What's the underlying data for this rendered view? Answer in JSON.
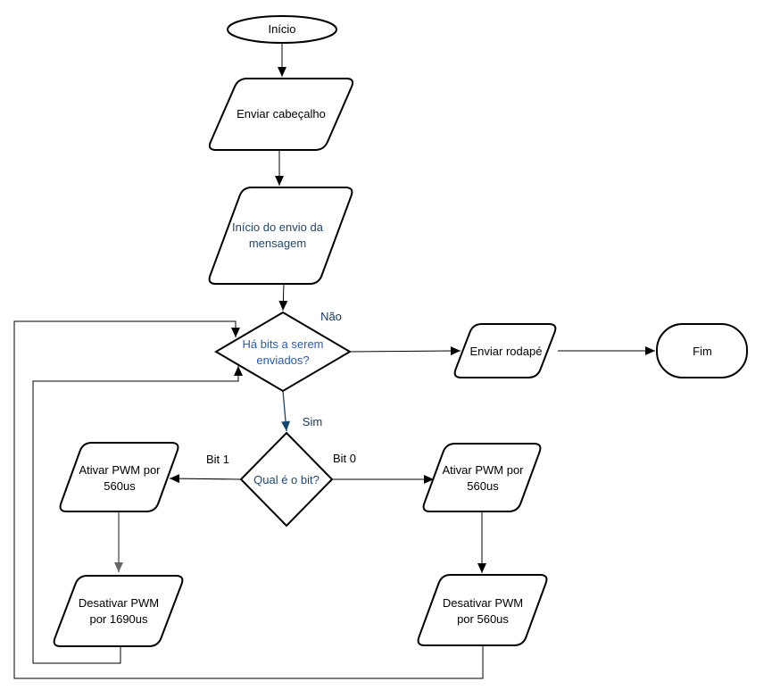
{
  "diagram": {
    "type": "flowchart",
    "language": "pt-BR",
    "background": "#ffffff",
    "colors": {
      "shape_stroke": "#000000",
      "shape_fill": "#ffffff",
      "edge_black": "#000000",
      "edge_blue": "#15466b",
      "edge_gray": "#666666",
      "label_blue": "#17365d"
    },
    "nodes": {
      "start": {
        "shape": "terminator-ellipse",
        "label": "Início",
        "text_color": "#000000"
      },
      "send_header": {
        "shape": "data-parallelogram",
        "label": "Enviar cabeçalho",
        "text_color": "#000000"
      },
      "start_message": {
        "shape": "data-parallelogram",
        "line1": "Início do envio da",
        "line2": "mensagem",
        "text_color": "#24466b"
      },
      "bits_decision": {
        "shape": "decision-diamond",
        "line1": "Há bits a serem",
        "line2": "enviados?",
        "text_color": "#2b5bb0"
      },
      "send_footer": {
        "shape": "data-parallelogram",
        "label": "Enviar rodapé",
        "text_color": "#000000"
      },
      "end": {
        "shape": "terminator-rounded",
        "label": "Fim",
        "text_color": "#000000"
      },
      "bit_decision": {
        "shape": "decision-diamond",
        "label": "Qual é o bit?",
        "text_color": "#1d4673"
      },
      "activate_pwm_bit1": {
        "shape": "data-parallelogram",
        "line1": "Ativar PWM por",
        "line2": "560us",
        "text_color": "#000000"
      },
      "activate_pwm_bit0": {
        "shape": "data-parallelogram",
        "line1": "Ativar PWM por",
        "line2": "560us",
        "text_color": "#000000"
      },
      "deactivate_pwm_bit1": {
        "shape": "data-parallelogram",
        "line1": "Desativar PWM",
        "line2": "por 1690us",
        "text_color": "#000000"
      },
      "deactivate_pwm_bit0": {
        "shape": "data-parallelogram",
        "line1": "Desativar PWM",
        "line2": "por 560us",
        "text_color": "#000000"
      }
    },
    "edge_labels": {
      "no": {
        "text": "Não",
        "color": "#17365d"
      },
      "yes": {
        "text": "Sim",
        "color": "#17365d"
      },
      "bit1": {
        "text": "Bit 1",
        "color": "#000000"
      },
      "bit0": {
        "text": "Bit 0",
        "color": "#000000"
      }
    }
  }
}
